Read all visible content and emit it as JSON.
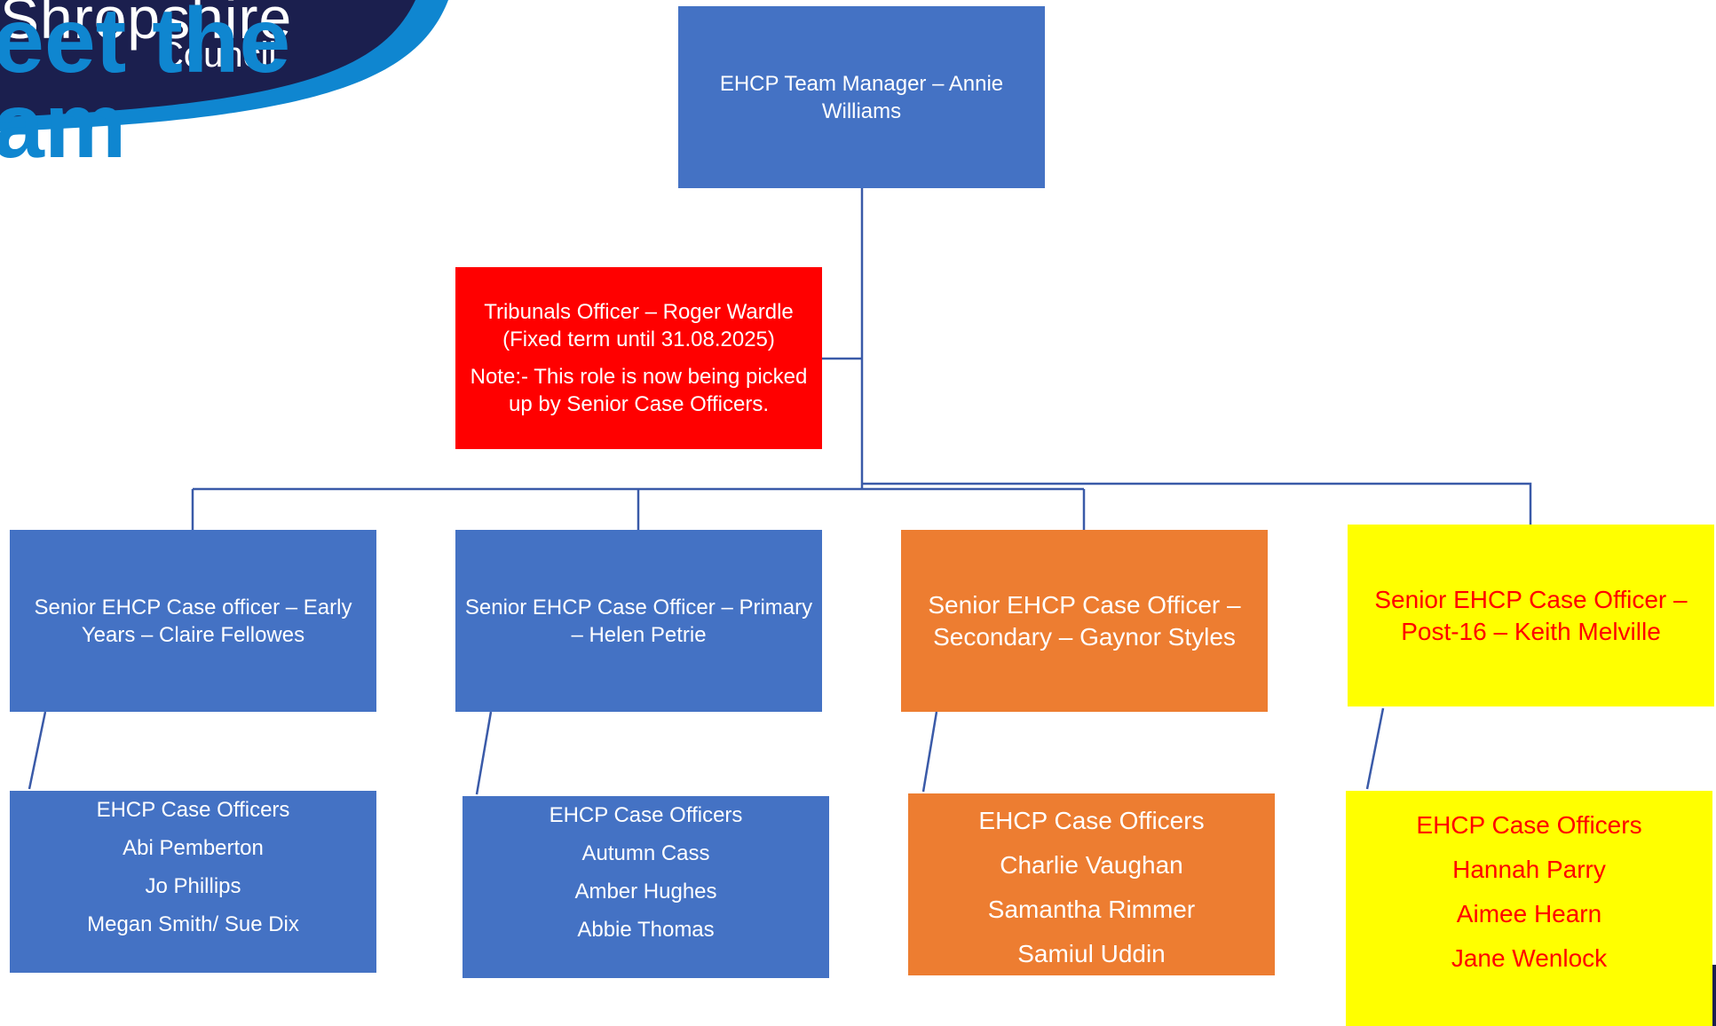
{
  "header": {
    "brand": "Shropshire",
    "brand_sub": "Council",
    "title_line1": "eet the",
    "title_line2": "am"
  },
  "colors": {
    "blue": "#4472c4",
    "red": "#ff0000",
    "orange": "#ed7d31",
    "yellow": "#ffff00",
    "connector": "#3a5aa8",
    "title_blue": "#0f86d0",
    "logo_navy": "#1b1f4e"
  },
  "manager": {
    "line1": "EHCP Team Manager – Annie",
    "line2": "Williams"
  },
  "tribunals": {
    "line1": "Tribunals Officer – Roger Wardle",
    "line2": "(Fixed term until 31.08.2025)",
    "note1": "Note:- This role is now being picked",
    "note2": "up by Senior Case Officers."
  },
  "seniors": [
    {
      "line1": "Senior EHCP Case officer – Early",
      "line2": "Years – Claire Fellowes"
    },
    {
      "line1": "Senior EHCP Case Officer – Primary",
      "line2": "– Helen Petrie"
    },
    {
      "line1": "Senior EHCP Case Officer –",
      "line2": "Secondary – Gaynor Styles"
    },
    {
      "line1": "Senior EHCP Case Officer –",
      "line2": "Post-16 – Keith Melville"
    }
  ],
  "teams": [
    {
      "heading": "EHCP Case Officers",
      "members": [
        "Abi Pemberton",
        "Jo Phillips",
        "Megan Smith/ Sue Dix"
      ]
    },
    {
      "heading": "EHCP Case Officers",
      "members": [
        "Autumn Cass",
        "Amber Hughes",
        "Abbie Thomas"
      ]
    },
    {
      "heading": "EHCP Case Officers",
      "members": [
        "Charlie Vaughan",
        "Samantha Rimmer",
        "Samiul Uddin"
      ]
    },
    {
      "heading": "EHCP Case Officers",
      "members": [
        "Hannah Parry",
        "Aimee Hearn",
        "Jane Wenlock"
      ]
    }
  ]
}
